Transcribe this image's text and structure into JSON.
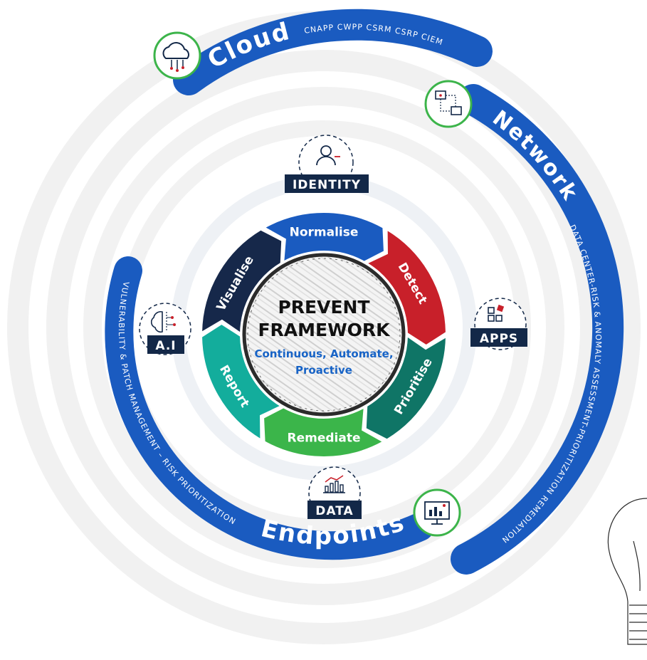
{
  "colors": {
    "blue": "#1a5bc0",
    "navy": "#16284a",
    "red": "#c8202a",
    "dark_teal": "#0f7566",
    "green": "#3bb54a",
    "teal": "#13ad9c",
    "icon_ring_green": "#3cb44a",
    "badge_navy": "#132848",
    "subtitle_blue": "#1763c6",
    "ring_grey": "#efefef"
  },
  "outer": {
    "cloud": {
      "title": "Cloud",
      "subtitle": "CNAPP  CWPP  CSRM  CSRP  CIEM",
      "icon": "cloud-icon"
    },
    "network": {
      "title": "Network",
      "subtitle": "DATA CENTER-RISK & ANOMALY ASSESSMENT-PRIORITIZATION REMEDIATION",
      "icon": "network-icon"
    },
    "endpoints": {
      "title": "Endpoints",
      "subtitle": "VULNERABILITY & PATCH MANAGEMENT – RISK PRIORITIZATION",
      "icon": "monitor-chart-icon"
    }
  },
  "badges": {
    "identity": {
      "label": "IDENTITY",
      "icon": "person-icon"
    },
    "apps": {
      "label": "APPS",
      "icon": "apps-icon"
    },
    "ai": {
      "label": "A.I",
      "icon": "brain-icon"
    },
    "data": {
      "label": "DATA",
      "icon": "bar-chart-icon"
    }
  },
  "cycle": [
    {
      "label": "Normalise"
    },
    {
      "label": "Detect"
    },
    {
      "label": "Prioritise"
    },
    {
      "label": "Remediate"
    },
    {
      "label": "Report"
    },
    {
      "label": "Visualise"
    }
  ],
  "center": {
    "title_line1": "PREVENT",
    "title_line2": "FRAMEWORK",
    "subtitle_line1": "Continuous, Automate,",
    "subtitle_line2": "Proactive"
  }
}
